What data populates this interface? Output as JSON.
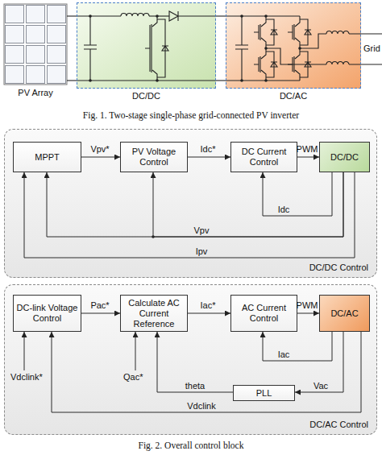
{
  "diagram": {
    "caption": "Fig. 1. Two-stage single-phase grid-connected PV inverter",
    "nodes": [
      {
        "text": [
          "PV Array"
        ]
      },
      {
        "text": [
          "DC/DC"
        ]
      },
      {
        "text": [
          "DC/AC"
        ]
      },
      {
        "text": [
          "DC/DC Control"
        ]
      },
      {
        "text": [
          "MPPT"
        ],
        "in": 3
      },
      {
        "text": [
          "PV Voltage Control"
        ],
        "in": 3
      },
      {
        "text": [
          "DC Current Control"
        ],
        "in": 3
      },
      {
        "text": [
          "DC/DC"
        ],
        "in": 3
      },
      {
        "text": [
          "DC/AC Control"
        ]
      },
      {
        "text": [
          "DC-link Voltage Control"
        ],
        "in": 8
      },
      {
        "text": [
          "Calculate AC Current Reference"
        ],
        "in": 8
      },
      {
        "text": [
          "AC Current Control"
        ],
        "in": 8
      },
      {
        "text": [
          "DC/AC"
        ],
        "in": 8
      },
      {
        "text": [
          "PLL"
        ],
        "in": 8
      }
    ],
    "edges": [
      {
        "from": 0,
        "to": 1,
        "arrow": "none"
      },
      {
        "from": 1,
        "to": 2,
        "arrow": "none"
      },
      {
        "from": 4,
        "to": 5,
        "label": "Vpv*",
        "arrow": "to"
      },
      {
        "from": 5,
        "to": 6,
        "label": "Idc*",
        "arrow": "to"
      },
      {
        "from": 6,
        "to": 7,
        "label": "PWM",
        "arrow": "to"
      },
      {
        "from": 7,
        "to": 6,
        "label": "Idc",
        "arrow": "to"
      },
      {
        "from": 7,
        "to": 4,
        "label": "Vpv",
        "arrow": "to"
      },
      {
        "from": 7,
        "to": 5,
        "arrow": "to"
      },
      {
        "from": 7,
        "to": 4,
        "label": "Ipv",
        "arrow": "to"
      },
      {
        "from": 9,
        "to": 10,
        "label": "Pac*",
        "arrow": "to"
      },
      {
        "from": 10,
        "to": 11,
        "label": "Iac*",
        "arrow": "to"
      },
      {
        "from": 11,
        "to": 12,
        "label": "PWM",
        "arrow": "to"
      },
      {
        "from": 12,
        "to": 11,
        "label": "Iac",
        "arrow": "to"
      },
      {
        "from": 12,
        "to": 13,
        "label": "Vac",
        "arrow": "to"
      },
      {
        "from": 13,
        "to": 10,
        "label": "theta",
        "arrow": "to"
      },
      {
        "from": 12,
        "to": 9,
        "label": "Vdclink",
        "arrow": "to"
      }
    ],
    "labels": [
      "Grid",
      "Vdclink*",
      "Qac*",
      "Fig. 2. Overall control block"
    ]
  }
}
